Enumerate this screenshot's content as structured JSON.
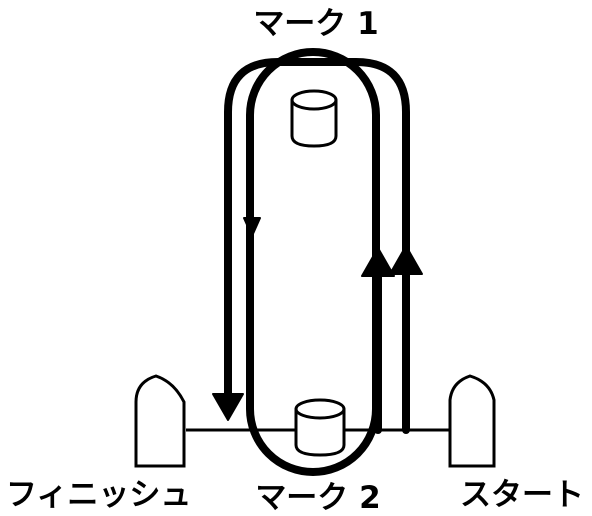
{
  "labels": {
    "mark1": "マーク 1",
    "mark2": "マーク 2",
    "finish": "フィニッシュ",
    "start": "スタート"
  },
  "colors": {
    "line": "#000000",
    "background": "#ffffff"
  }
}
